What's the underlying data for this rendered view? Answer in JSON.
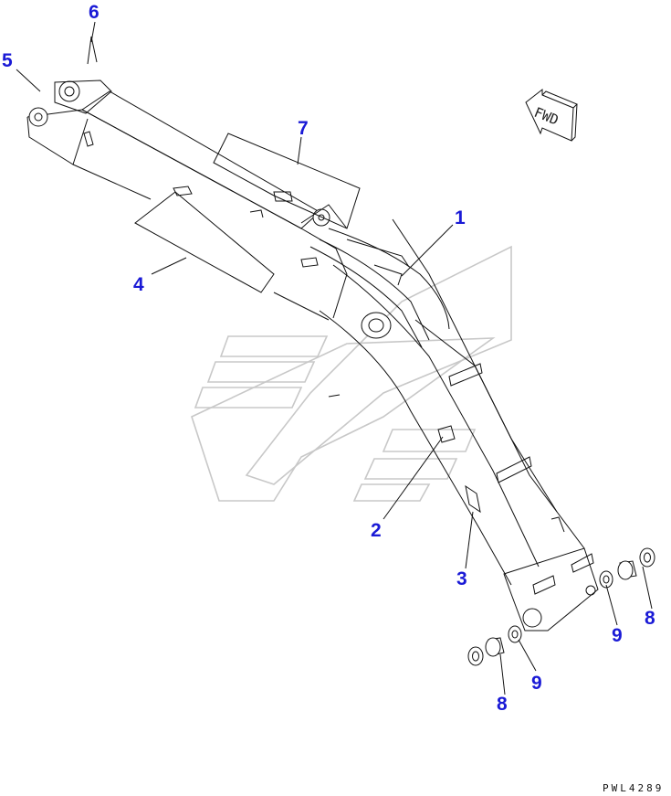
{
  "diagram": {
    "fwd_label": "FWD",
    "drawing_code": "PWL4289",
    "callouts": [
      {
        "id": "c1",
        "label": "1"
      },
      {
        "id": "c2",
        "label": "2"
      },
      {
        "id": "c3",
        "label": "3"
      },
      {
        "id": "c4",
        "label": "4"
      },
      {
        "id": "c5",
        "label": "5"
      },
      {
        "id": "c6",
        "label": "6"
      },
      {
        "id": "c7",
        "label": "7"
      },
      {
        "id": "c8a",
        "label": "8"
      },
      {
        "id": "c8b",
        "label": "8"
      },
      {
        "id": "c9a",
        "label": "9"
      },
      {
        "id": "c9b",
        "label": "9"
      }
    ]
  }
}
